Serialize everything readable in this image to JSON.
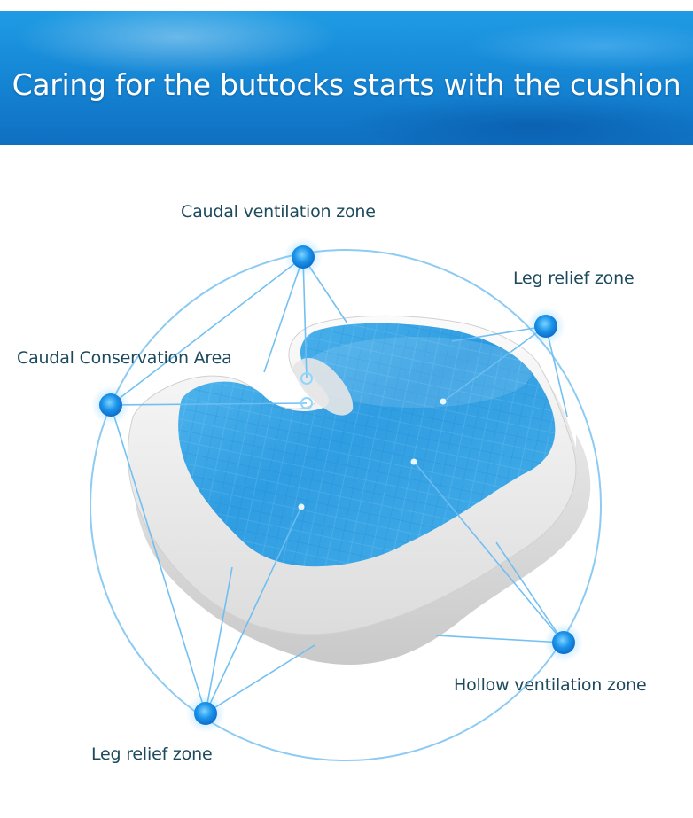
{
  "banner": {
    "title": "Caring for the buttocks starts with the cushion"
  },
  "labels": {
    "caudal_ventilation": "Caudal ventilation zone",
    "leg_relief_top": "Leg relief zone",
    "caudal_conservation": "Caudal Conservation Area",
    "hollow_ventilation": "Hollow ventilation zone",
    "leg_relief_bottom": "Leg relief zone"
  },
  "colors": {
    "banner_blue": "#1688d6",
    "label_text": "#1c4a5c",
    "ring_blue": "#7cc4f2",
    "node_blue": "#1a8fe8",
    "gel_blue": "#3aa7e6",
    "foam_white": "#f2f2f2"
  }
}
